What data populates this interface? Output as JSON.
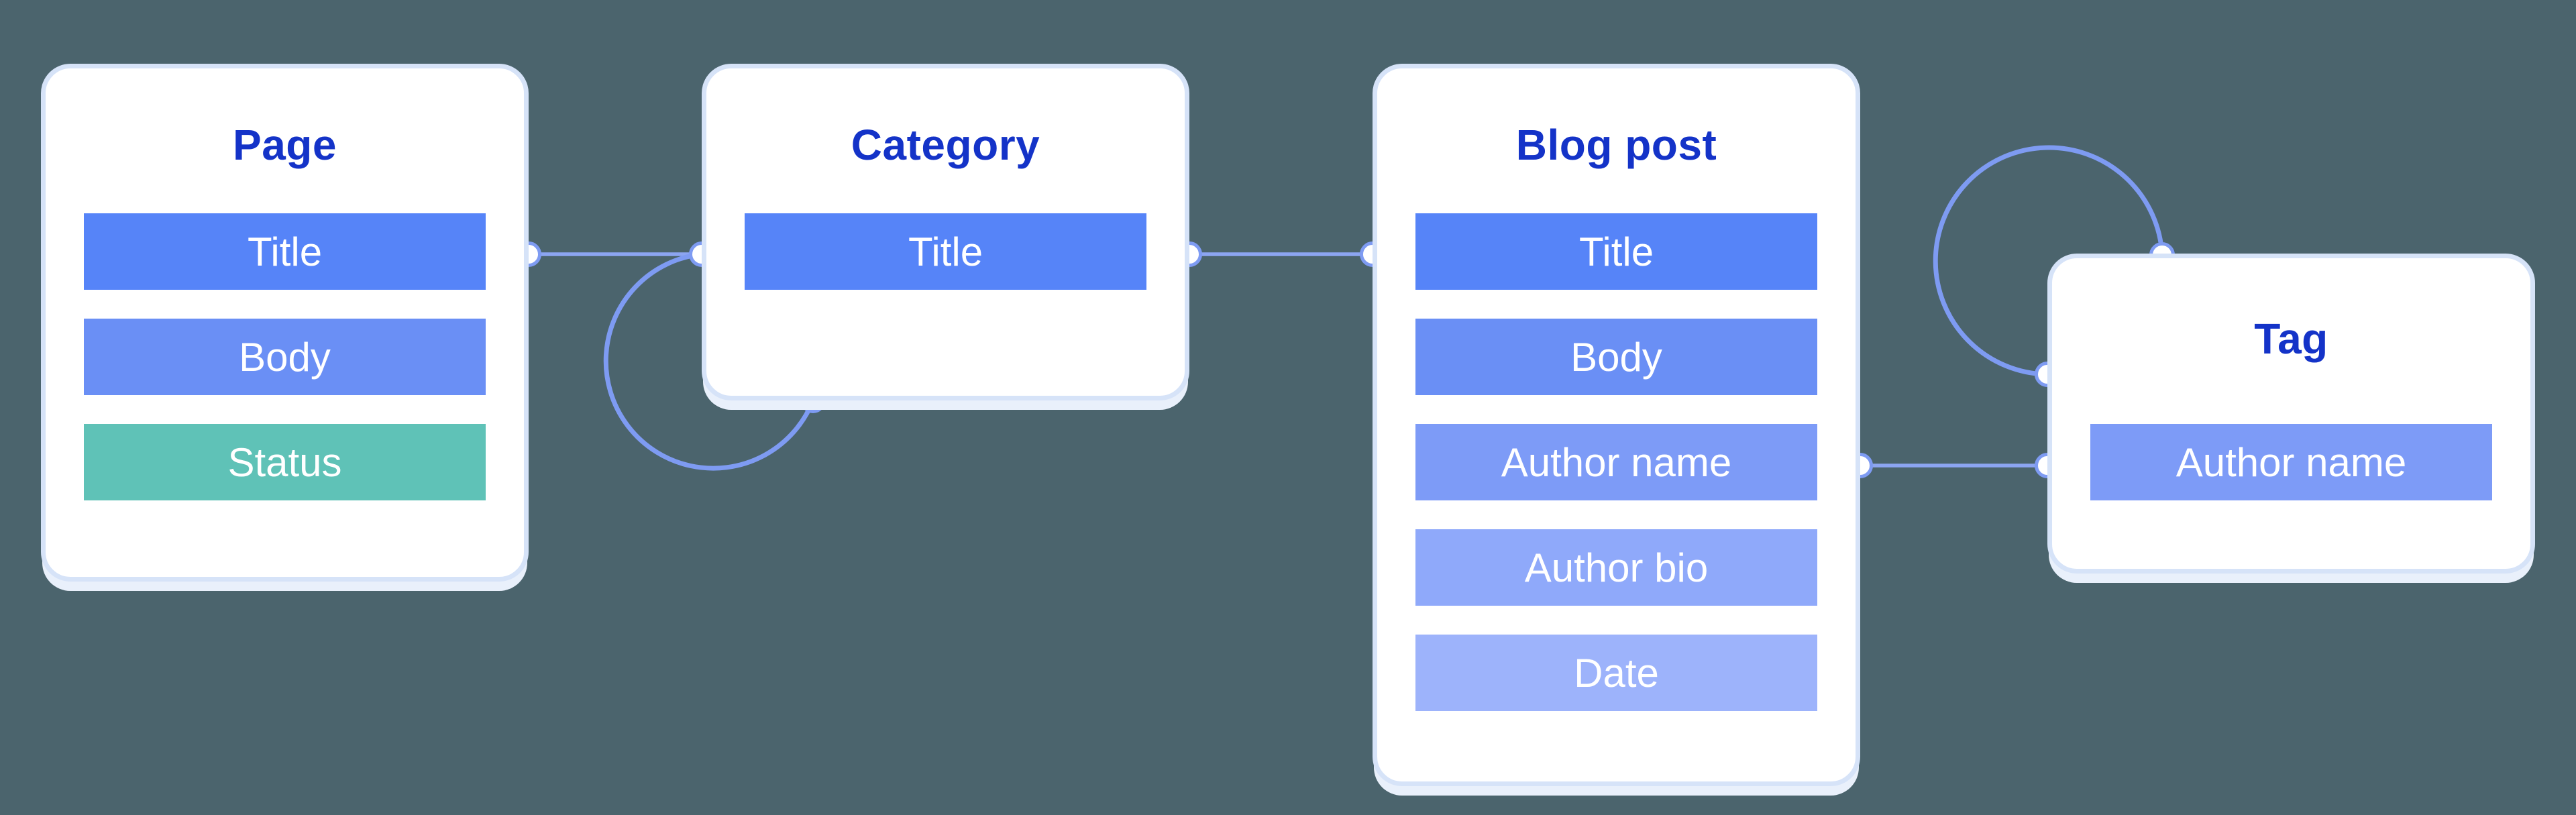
{
  "palette": {
    "bg": "#4B646D",
    "heading": "#1433C8",
    "line": "#8CA5F1",
    "arc": "#7E9BF2",
    "anchor_fill": "#FFFFFF",
    "card_border": "#D6E3F8",
    "card_shadow": "#E9F0FB"
  },
  "field_colors": {
    "title": "#5684F8",
    "body": "#6A8FF5",
    "author_name": "#7D9BF7",
    "author_bio": "#8FA9FA",
    "date": "#9DB3FB",
    "status": "#5FC2B7"
  },
  "cards": {
    "page": {
      "title": "Page",
      "fields": [
        {
          "label": "Title",
          "color": "#5684F8"
        },
        {
          "label": "Body",
          "color": "#6A8FF5"
        },
        {
          "label": "Status",
          "color": "#5FC2B7"
        }
      ]
    },
    "category": {
      "title": "Category",
      "fields": [
        {
          "label": "Title",
          "color": "#5684F8"
        }
      ]
    },
    "blog_post": {
      "title": "Blog post",
      "fields": [
        {
          "label": "Title",
          "color": "#5684F8"
        },
        {
          "label": "Body",
          "color": "#6A8FF5"
        },
        {
          "label": "Author name",
          "color": "#7D9BF7"
        },
        {
          "label": "Author bio",
          "color": "#8FA9FA"
        },
        {
          "label": "Date",
          "color": "#9DB3FB"
        }
      ]
    },
    "tag": {
      "title": "Tag",
      "fields": [
        {
          "label": "Author name",
          "color": "#7D9BF7"
        }
      ]
    }
  },
  "relations": [
    {
      "from": "Page",
      "to": "Category",
      "type": "link"
    },
    {
      "from": "Category",
      "to": "Blog post",
      "type": "link"
    },
    {
      "from": "Blog post",
      "to": "Tag",
      "type": "link"
    },
    {
      "from": "Category",
      "to": "Category",
      "type": "self-loop"
    },
    {
      "from": "Tag",
      "to": "Tag",
      "type": "self-loop"
    }
  ]
}
